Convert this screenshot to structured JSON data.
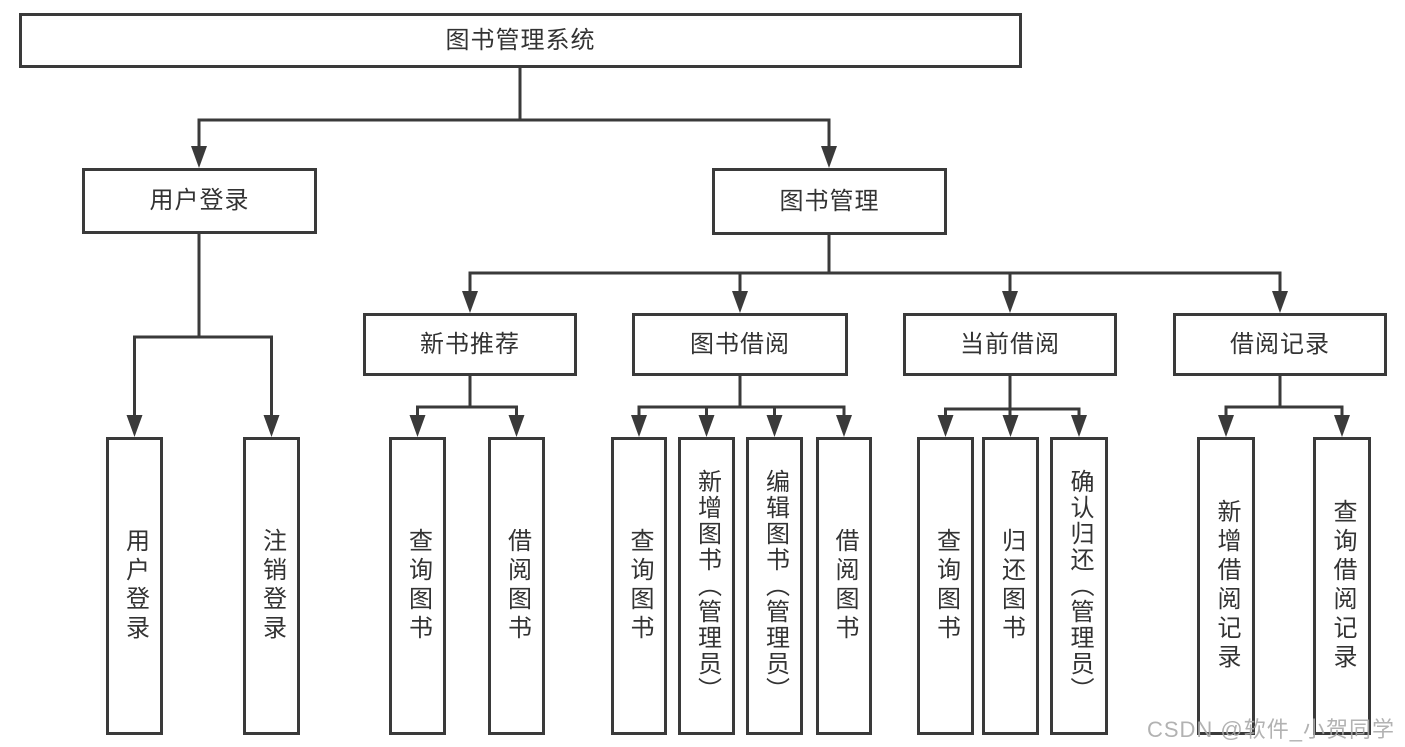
{
  "diagram_title": "图书管理系统",
  "watermark": {
    "text": "CSDN @软件_小贺同学"
  },
  "colors": {
    "line": "#3a3a3a",
    "border": "#3a3a3a",
    "text": "#333333",
    "background": "#ffffff",
    "watermark": "#aaaaaa"
  },
  "tree": {
    "label": "图书管理系统",
    "children": [
      {
        "label": "用户登录",
        "children": [
          {
            "label": "用户登录"
          },
          {
            "label": "注销登录"
          }
        ]
      },
      {
        "label": "图书管理",
        "children": [
          {
            "label": "新书推荐",
            "children": [
              {
                "label": "查询图书"
              },
              {
                "label": "借阅图书"
              }
            ]
          },
          {
            "label": "图书借阅",
            "children": [
              {
                "label": "查询图书"
              },
              {
                "label": "新增图书（管理员）"
              },
              {
                "label": "编辑图书（管理员）"
              },
              {
                "label": "借阅图书"
              }
            ]
          },
          {
            "label": "当前借阅",
            "children": [
              {
                "label": "查询图书"
              },
              {
                "label": "归还图书"
              },
              {
                "label": "确认归还（管理员）"
              }
            ]
          },
          {
            "label": "借阅记录",
            "children": [
              {
                "label": "新增借阅记录"
              },
              {
                "label": "查询借阅记录"
              }
            ]
          }
        ]
      }
    ]
  }
}
